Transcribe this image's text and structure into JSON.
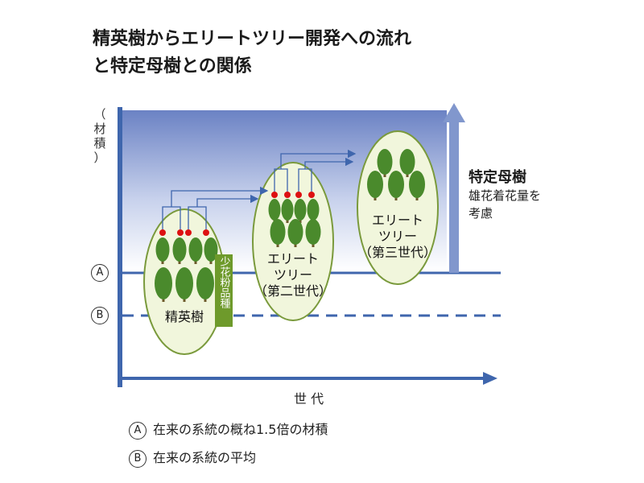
{
  "title": {
    "line1": "精英樹からエリートツリー開発への流れ",
    "line2": "と特定母樹との関係"
  },
  "y_axis_label": [
    "（",
    "材",
    "積",
    "）"
  ],
  "x_axis_label": "世 代",
  "markers": {
    "a": "A",
    "b": "B"
  },
  "groups": [
    {
      "label_lines": [
        "精英樹"
      ]
    },
    {
      "label_lines": [
        "エリート",
        "ツリー",
        "（第二世代）"
      ]
    },
    {
      "label_lines": [
        "エリート",
        "ツリー",
        "（第三世代）"
      ]
    }
  ],
  "tag_label": "少花粉品種",
  "side": {
    "title": "特定母樹",
    "subtitle": "雄花着花量を考慮"
  },
  "legend": [
    {
      "marker": "A",
      "text": "在来の系統の概ね1.5倍の材積"
    },
    {
      "marker": "B",
      "text": "在来の系統の平均"
    }
  ],
  "colors": {
    "blue": "#3f66ad",
    "tree": "#4a8a2c",
    "ellipse_fill": "#f1f6dc",
    "ellipse_stroke": "#7a9a3c",
    "dot": "#dd1111",
    "tag": "#6e9a2b"
  }
}
